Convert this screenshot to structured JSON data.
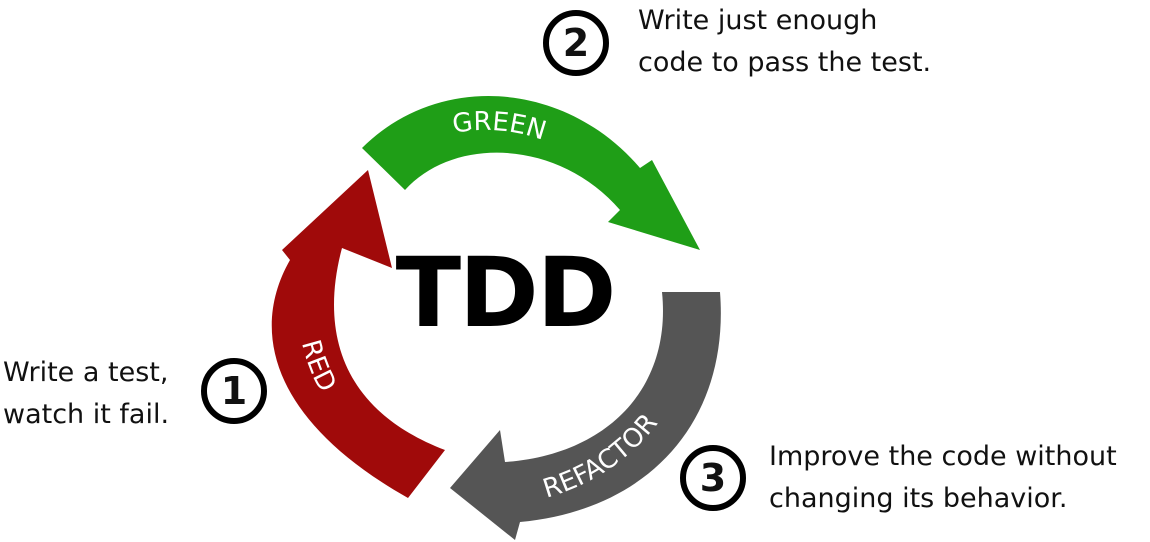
{
  "title": "TDD",
  "phases": {
    "green": {
      "label": "GREEN",
      "color": "#1f9e17"
    },
    "red": {
      "label": "RED",
      "color": "#a00a0a"
    },
    "refactor": {
      "label": "REFACTOR",
      "color": "#555555"
    }
  },
  "steps": [
    {
      "number": "1",
      "line1": "Write a test,",
      "line2": "watch it fail."
    },
    {
      "number": "2",
      "line1": "Write just enough",
      "line2": "code to pass the test."
    },
    {
      "number": "3",
      "line1": "Improve the code without",
      "line2": "changing its behavior."
    }
  ]
}
